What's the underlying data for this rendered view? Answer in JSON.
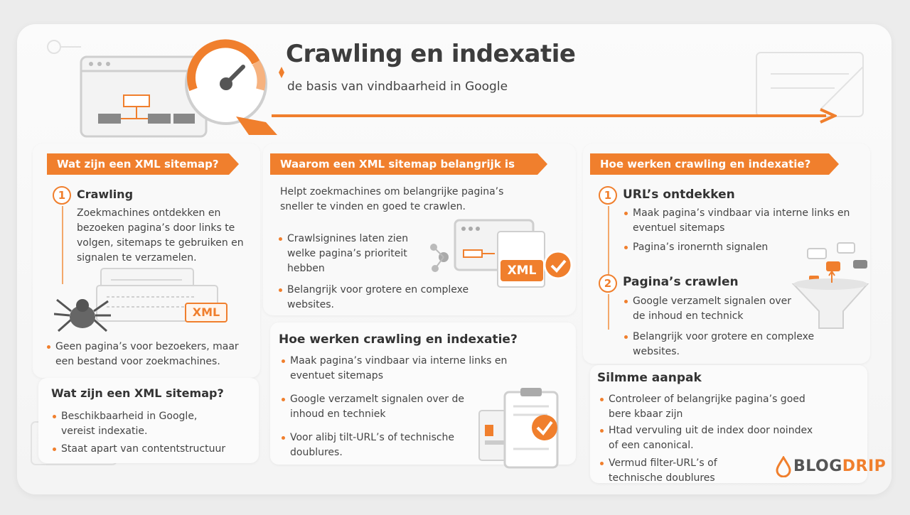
{
  "header": {
    "title": "Crawling en indexatie",
    "subtitle": "de basis van vindbaarheid in Google"
  },
  "colors": {
    "accent": "#f07f2d",
    "text": "#3d3d3d",
    "background": "#f4f4f4"
  },
  "left": {
    "pill": "Wat zijn een XML sitemap?",
    "step_num": "1",
    "step_title": "Crawling",
    "step_text": "Zoekmachines ontdekken en bezoeken pagina’s door links te volgen, sitemaps te gebruiken en signalen te verzamelen.",
    "xml_label": "XML",
    "bullet": "Geen pagina’s voor bezoekers, maar een bestand voor zoekmachines.",
    "card_title": "Wat zijn een XML sitemap?",
    "card_bullets": [
      "Beschikbaarheid in Google, vereist indexatie.",
      "Staat apart van contentstructuur"
    ]
  },
  "middle": {
    "pill": "Waarom een XML sitemap belangrijk is",
    "intro": "Helpt zoekmachines om belangrijke pagina’s sneller te vinden en goed te crawlen.",
    "bullets": [
      "Crawlsignines laten zien welke pagina’s prioriteit hebben",
      "Belangrijk voor grotere en complexe websites."
    ],
    "xml_label": "XML",
    "card_title": "Hoe werken crawling en indexatie?",
    "card_bullets": [
      "Maak pagina’s vindbaar via interne links en eventuet sitemaps",
      "Google verzamelt signalen over de inhoud en techniek",
      "Voor alibj tilt-URL’s of technische doublures."
    ]
  },
  "right": {
    "pill": "Hoe werken crawling en indexatie?",
    "step1_num": "1",
    "step1_title": "URL’s ontdekken",
    "step1_bullets": [
      "Maak pagina’s vindbaar via interne links en eventuel sitemaps",
      "Pagina’s ironernth signalen"
    ],
    "step2_num": "2",
    "step2_title": "Pagina’s crawlen",
    "step2_bullets": [
      "Google verzamelt signalen over de inhoud en technick",
      "Belangrijk voor grotere en complexe websites."
    ],
    "card_title": "Silmme aanpak",
    "card_bullets": [
      "Controleer of belangrijke pagina’s goed bere kbaar zijn",
      "Htad vervuling uit de index door noindex of een canonical.",
      "Vermud filter-URL’s of technische doublures"
    ]
  },
  "brand": {
    "part1": "BLOG",
    "part2": "DRIP",
    "icon": "droplet-icon"
  }
}
